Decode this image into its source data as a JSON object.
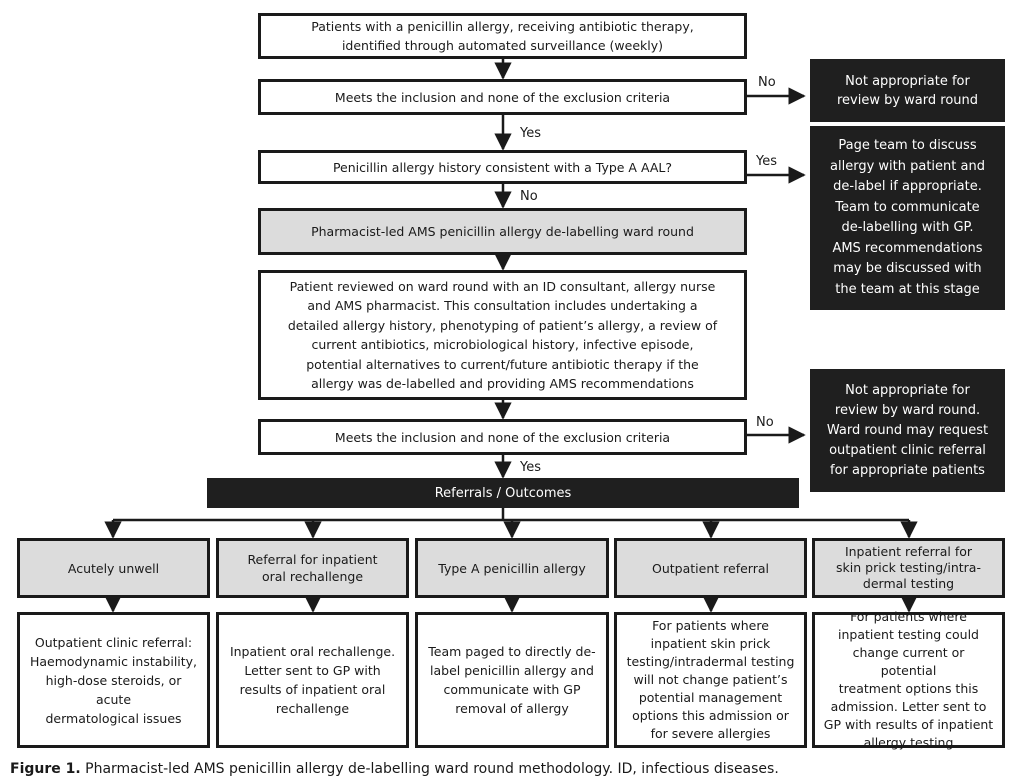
{
  "main_flow": {
    "box1": "Patients with a penicillin allergy, receiving antibiotic therapy,\nidentified through automated surveillance (weekly)",
    "box2": "Meets the inclusion and none of the exclusion criteria",
    "box3": "Penicillin allergy history consistent with a Type  A  AAL?",
    "box4": "Pharmacist-led AMS penicillin allergy de-labelling ward round",
    "box5": "Patient reviewed on ward round with an ID consultant, allergy nurse\nand AMS pharmacist. This consultation includes undertaking a\ndetailed allergy history, phenotyping of patient’s allergy, a review of\ncurrent antibiotics, microbiological history, infective episode,\npotential alternatives to current/future antibiotic therapy if the\nallergy was de-labelled and providing AMS recommendations",
    "box6": "Meets the inclusion and none of the exclusion criteria",
    "bar": "Referrals / Outcomes"
  },
  "side_boxes": {
    "side1": "Not appropriate for\nreview by ward round",
    "side2": "Page team to discuss\nallergy with patient and\nde-label if appropriate.\nTeam to communicate\nde-labelling with GP.\nAMS recommendations\nmay be discussed with\nthe team at this stage",
    "side3": "Not appropriate for\nreview by ward round.\nWard round may request\noutpatient clinic referral\nfor appropriate patients"
  },
  "labels": {
    "no1": "No",
    "yes1": "Yes",
    "yes2": "Yes",
    "no2": "No",
    "no3": "No",
    "yes3": "Yes"
  },
  "categories": [
    "Acutely  unwell",
    "Referral for inpatient\noral rechallenge",
    "Type A penicillin allergy",
    "Outpatient referral",
    "Inpatient referral for\nskin prick testing/intra-\ndermal testing"
  ],
  "outcomes": [
    "Outpatient clinic referral:\nHaemodynamic instability,\nhigh-dose steroids, or acute\ndermatological issues",
    "Inpatient oral rechallenge.\nLetter sent to GP with\nresults of inpatient oral\nrechallenge",
    "Team paged to directly de-\nlabel penicillin allergy and\ncommunicate with GP\nremoval of allergy",
    "For patients where\ninpatient skin prick\ntesting/intradermal testing\nwill not change patient’s\npotential management\noptions this admission or\nfor severe allergies",
    "For patients where\ninpatient testing could\nchange current or potential\ntreatment options this\nadmission. Letter sent to\nGP with results of inpatient\nallergy testing"
  ],
  "caption": {
    "label": "Figure 1.",
    "text": "Pharmacist-led AMS penicillin allergy de-labelling ward round methodology. ID, infectious diseases."
  }
}
